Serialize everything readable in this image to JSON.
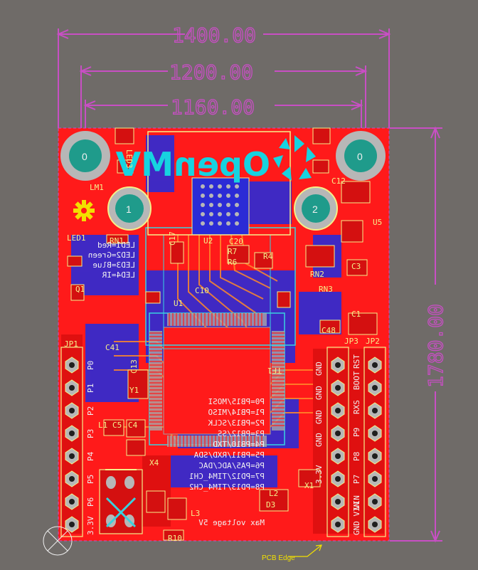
{
  "dimensions": {
    "top_outer": "1400.00",
    "top_middle": "1200.00",
    "top_inner": "1160.00",
    "right_vertical": "1780.00"
  },
  "logo": {
    "text": "OpenMV"
  },
  "mount_holes": [
    "0",
    "1",
    "2",
    "0"
  ],
  "components": {
    "led3": "LED3",
    "lm1": "LM1",
    "led1": "LED1",
    "rn1": "RN1",
    "u2": "U2",
    "c20": "C20",
    "r7": "R7",
    "r6": "R6",
    "r4": "R4",
    "c17": "C17",
    "c12": "C12",
    "u5": "U5",
    "c3": "C3",
    "rn2": "RN2",
    "rn3": "RN3",
    "q1": "Q1",
    "c10": "C10",
    "u1": "U1",
    "c1": "C1",
    "c48": "C48",
    "jp1": "JP1",
    "jp3": "JP3",
    "jp2": "JP2",
    "c41": "C41",
    "c13": "C13",
    "y1": "Y1",
    "l1": "L1",
    "c5": "C5",
    "c4": "C4",
    "x4": "X4",
    "tf1": "TF1",
    "r10": "R10",
    "l3": "L3",
    "x1": "X1",
    "d3": "D3",
    "l2": "L2"
  },
  "silkscreen": {
    "led_labels": [
      "LED1=Red",
      "LED2=Green",
      "LED3=Blue",
      "LED4=IR"
    ],
    "pin_map": [
      "P0=PB15/MOSI",
      "P1=PB14/MISO",
      "P2=PB13/SCLK",
      "P3=PB12/SS",
      "P4=PB10/TXD",
      "P5=PB11/RXD/SDA",
      "P6=PA5/ADC/DAC",
      "P7=PD12/TIM4_CH1",
      "P8=PD13/TIM4_CH2"
    ],
    "max_voltage": "Max voltage 5V",
    "left_header": [
      "3.3V",
      "P6",
      "P5",
      "P4",
      "P3",
      "P2",
      "P1",
      "P0"
    ],
    "right_header_a": [
      "3.3V",
      "GND",
      "GND",
      "GND",
      "GND"
    ],
    "right_header_b": [
      "VIN",
      "P7",
      "P8",
      "P9",
      "RXS",
      "BOOT",
      "RST"
    ],
    "gnd_vin": "GND VIN"
  },
  "pcb_edge_label": "PCB Edge",
  "colors": {
    "background": "#6f6b68",
    "board": "#ff1a1a",
    "bottom_layer": "#2b2bd6",
    "dimension": "#c84fc4",
    "silkscreen": "#f5f08a",
    "logo": "#17d3e0",
    "pad": "#b7b7b7",
    "hole": "#1f9b8b"
  }
}
